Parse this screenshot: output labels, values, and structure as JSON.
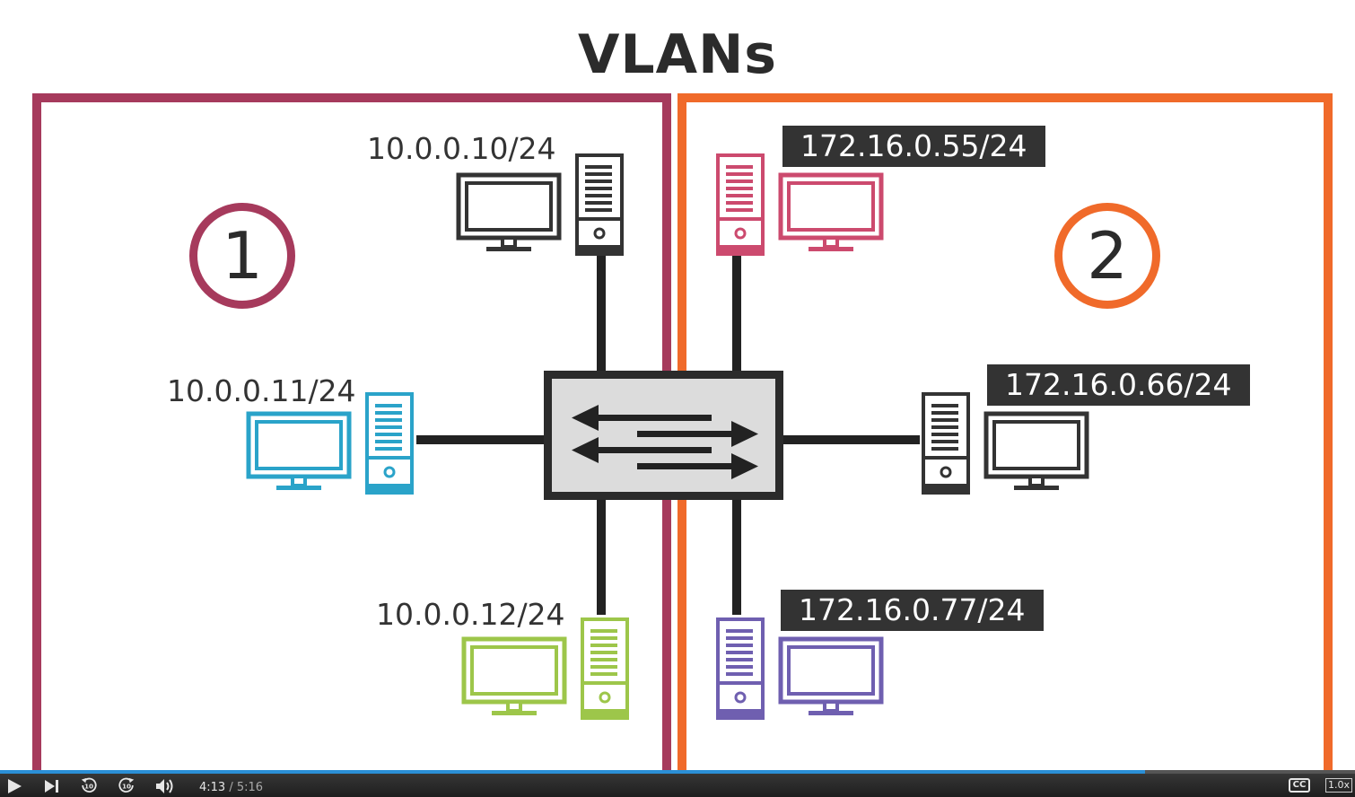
{
  "slide": {
    "title": "VLANs",
    "colors": {
      "vlan1": "#a63a5c",
      "vlan2": "#f06a2a",
      "dark": "#333333",
      "cyan": "#2aa3c9",
      "green": "#9dc64a",
      "pink": "#cc4a6e",
      "purple": "#6f5fb0"
    },
    "vlans": [
      {
        "number": "1",
        "color": "#a63a5c"
      },
      {
        "number": "2",
        "color": "#f06a2a"
      }
    ],
    "hosts": [
      {
        "ip": "10.0.0.10/24",
        "color": "#333333",
        "vlan": "1"
      },
      {
        "ip": "10.0.0.11/24",
        "color": "#2aa3c9",
        "vlan": "1"
      },
      {
        "ip": "10.0.0.12/24",
        "color": "#9dc64a",
        "vlan": "1"
      },
      {
        "ip": "172.16.0.55/24",
        "color": "#cc4a6e",
        "vlan": "2"
      },
      {
        "ip": "172.16.0.66/24",
        "color": "#333333",
        "vlan": "2"
      },
      {
        "ip": "172.16.0.77/24",
        "color": "#6f5fb0",
        "vlan": "2"
      }
    ],
    "switch_icon": "switch-arrows-icon"
  },
  "player": {
    "current_time": "4:13",
    "separator": "/",
    "duration": "5:16",
    "progress_fraction": 0.845,
    "cc_label": "CC",
    "speed_label": "1.0x",
    "icons": [
      "play-icon",
      "skip-next-icon",
      "rewind-10-icon",
      "forward-10-icon",
      "volume-icon"
    ]
  }
}
